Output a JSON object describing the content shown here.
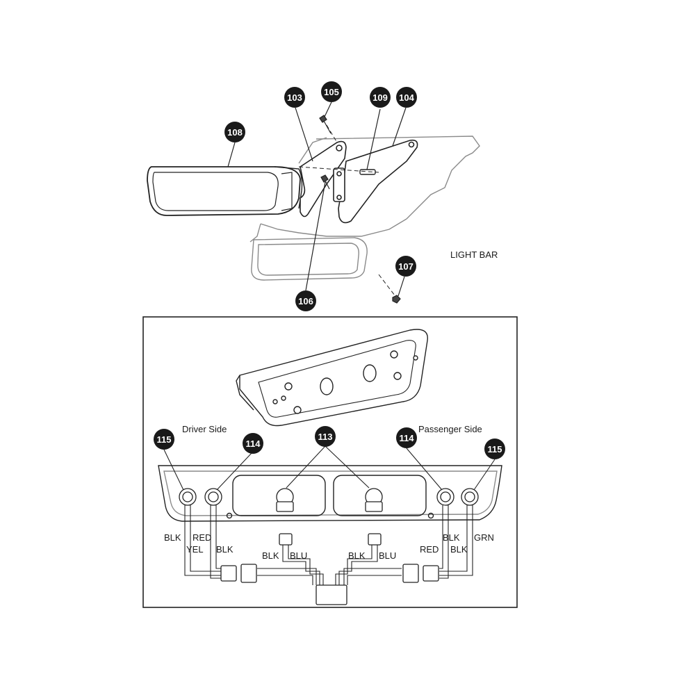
{
  "caption": "LIGHT BAR",
  "callouts": {
    "c103": "103",
    "c104": "104",
    "c105": "105",
    "c106": "106",
    "c107": "107",
    "c108": "108",
    "c109": "109",
    "c113": "113",
    "c114_driver": "114",
    "c114_passenger": "114",
    "c115_driver": "115",
    "c115_passenger": "115"
  },
  "sides": {
    "driver": "Driver Side",
    "passenger": "Passenger Side"
  },
  "wires": {
    "blk1": "BLK",
    "red1": "RED",
    "yel": "YEL",
    "blk2": "BLK",
    "blk3": "BLK",
    "blu1": "BLU",
    "blk4": "BLK",
    "blu2": "BLU",
    "red2": "RED",
    "blk5": "BLK",
    "blk6": "BLK",
    "grn": "GRN"
  },
  "colors": {
    "ink": "#222222",
    "callout_fill": "#1a1a1a",
    "light_ink": "#8a8a8a"
  }
}
